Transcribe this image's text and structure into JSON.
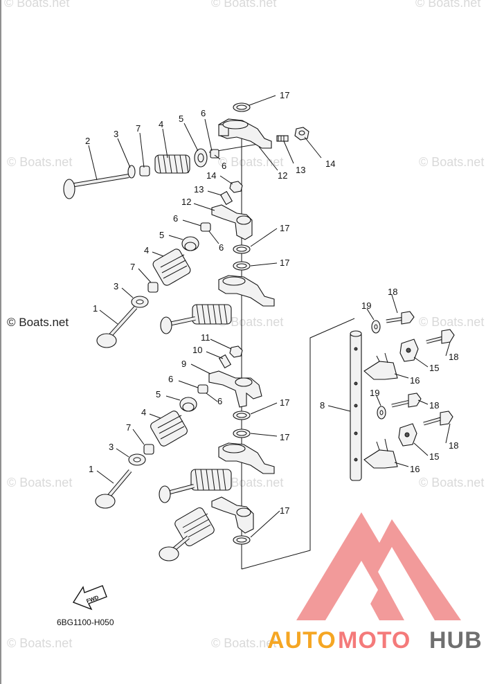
{
  "watermarks": {
    "text": "© Boats.net",
    "strong": "© Boats.net"
  },
  "callouts": {
    "n1": "1",
    "n2": "2",
    "n3": "3",
    "n4": "4",
    "n5": "5",
    "n6": "6",
    "n7": "7",
    "n8": "8",
    "n9": "9",
    "n10": "10",
    "n11": "11",
    "n12": "12",
    "n13": "13",
    "n14": "14",
    "n15": "15",
    "n16": "16",
    "n17": "17",
    "n18": "18",
    "n19": "19"
  },
  "fwd_label": "FWD",
  "diagram_code": "6BG1100-H050",
  "logo": {
    "word_auto": "AUTO",
    "word_moto": "MOTO",
    "word_hub": "HUB",
    "colors": {
      "auto": "#f5a623",
      "moto": "#f47a7a",
      "hub": "#6f6f6f",
      "triangle": "#f29a9a"
    }
  }
}
